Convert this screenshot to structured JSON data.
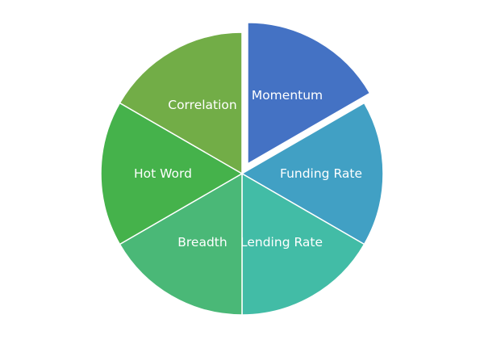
{
  "chart_data": {
    "type": "pie",
    "title": "",
    "slices": [
      {
        "label": "Momentum",
        "value": 1,
        "color": "#4472c4",
        "exploded": true
      },
      {
        "label": "Funding Rate",
        "value": 1,
        "color": "#41a0c4"
      },
      {
        "label": "Lending Rate",
        "value": 1,
        "color": "#42bca6"
      },
      {
        "label": "Breadth",
        "value": 1,
        "color": "#4ab877"
      },
      {
        "label": "Hot Word",
        "value": 1,
        "color": "#45b24b"
      },
      {
        "label": "Correlation",
        "value": 1,
        "color": "#72ad47"
      }
    ]
  }
}
